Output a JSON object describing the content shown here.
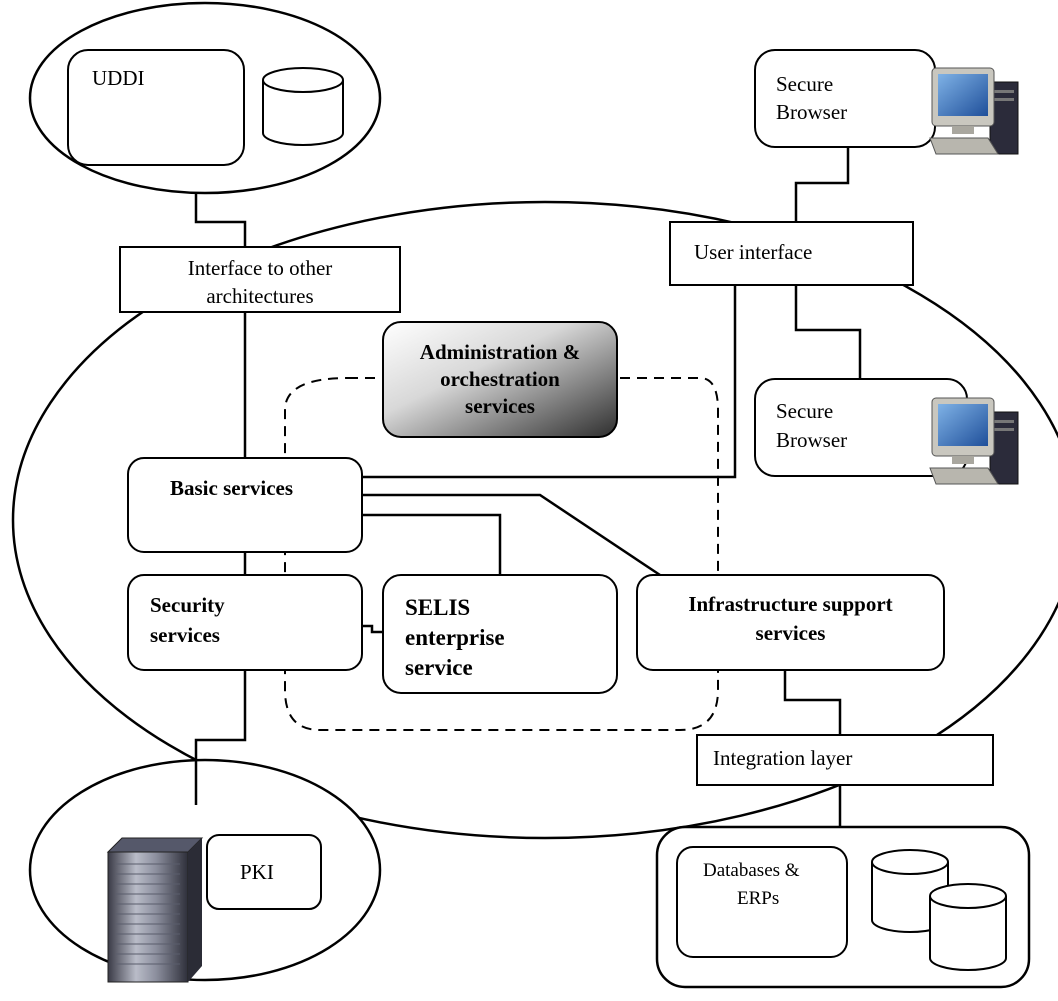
{
  "external": {
    "uddi": {
      "label": "UDDI"
    },
    "pki": {
      "label": "PKI"
    },
    "browser_top": {
      "line1": "Secure",
      "line2": "Browser"
    },
    "browser_bottom": {
      "line1": "Secure",
      "line2": "Browser"
    },
    "databases": {
      "line1": "Databases &",
      "line2": "ERPs"
    }
  },
  "interfaces": {
    "other_arch": {
      "line1": "Interface to other",
      "line2": "architectures"
    },
    "user_interface": {
      "label": "User interface"
    },
    "integration_layer": {
      "label": "Integration layer"
    }
  },
  "services": {
    "admin": {
      "line1": "Administration &",
      "line2": "orchestration",
      "line3": "services"
    },
    "basic": {
      "label": "Basic services"
    },
    "security": {
      "line1": "Security",
      "line2": "services"
    },
    "selis": {
      "line1": "SELIS",
      "line2": "enterprise",
      "line3": "service"
    },
    "infrastructure": {
      "line1": "Infrastructure support",
      "line2": "services"
    }
  },
  "icons": [
    "database-icon",
    "desktop-computer-icon",
    "server-tower-icon"
  ],
  "colors": {
    "stroke": "#000000",
    "background": "#ffffff",
    "admin_gradient_dark": "#333333"
  }
}
